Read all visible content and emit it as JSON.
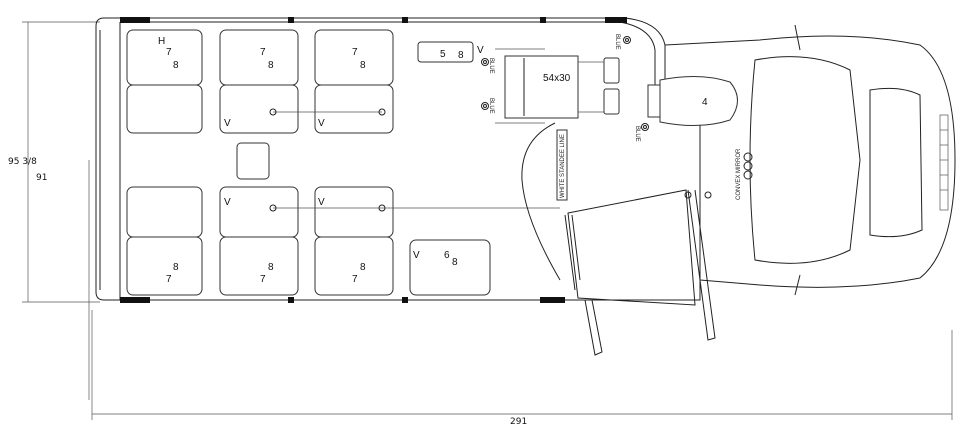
{
  "dimensions": {
    "overall_length": "291",
    "outer_width": "95 3/8",
    "inner_width": "91"
  },
  "seats": {
    "top_front_row": {
      "marker": "H",
      "a": "7",
      "b": "8"
    },
    "top_mid_row": {
      "a": "7",
      "b": "8",
      "v": "V"
    },
    "top_rear_row": {
      "a": "7",
      "b": "8",
      "v": "V"
    },
    "bottom_front_row": {
      "a": "8",
      "b": "7"
    },
    "bottom_mid_row": {
      "a": "8",
      "b": "7",
      "v": "V"
    },
    "bottom_rear_row": {
      "a": "8",
      "b": "7",
      "v": "V"
    },
    "single_seat": {
      "v": "V",
      "a": "6",
      "b": "8"
    },
    "flip_seat": {
      "a": "5",
      "b": "8",
      "v": "V"
    },
    "driver_seat": "4"
  },
  "wheelchair_position": "54x30",
  "labels": {
    "blue": "BLUE",
    "standee_line": "WHITE STANDEE LINE",
    "convex_mirror": "CONVEX MIRROR"
  }
}
